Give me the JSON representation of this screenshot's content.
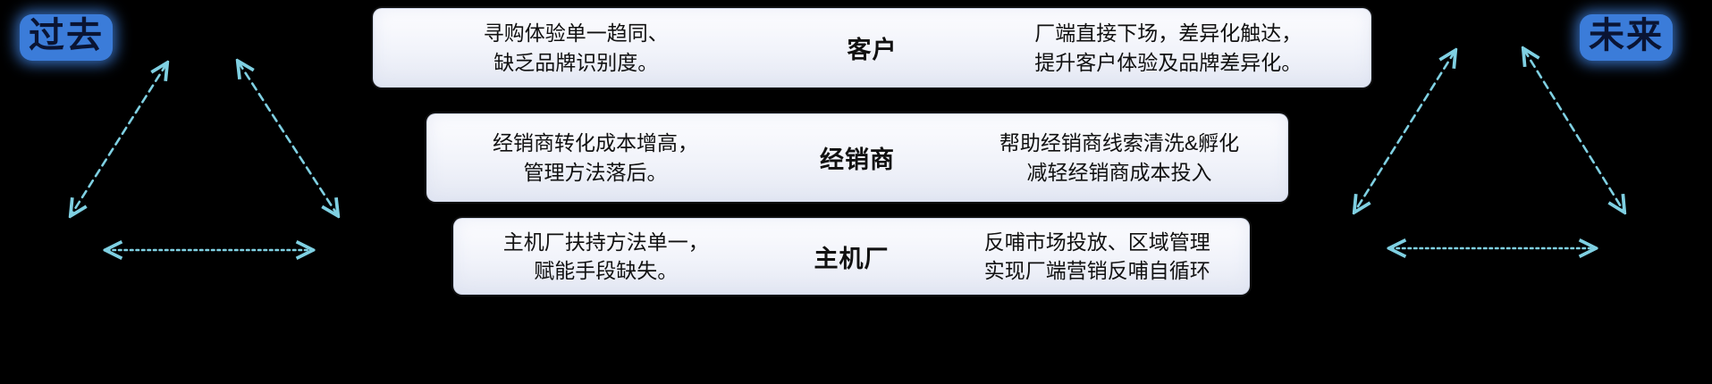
{
  "page": {
    "past_label": "过去",
    "future_label": "未来"
  },
  "rows": [
    {
      "entity": "客户",
      "past": "寻购体验单一趋同、\n缺乏品牌识别度。",
      "future": "厂端直接下场，差异化触达，\n提升客户体验及品牌差异化。"
    },
    {
      "entity": "经销商",
      "past": "经销商转化成本增高，\n管理方法落后。",
      "future": "帮助经销商线索清洗&孵化\n减轻经销商成本投入"
    },
    {
      "entity": "主机厂",
      "past": "主机厂扶持方法单一，\n赋能手段缺失。",
      "future": "反哺市场投放、区域管理\n实现厂端营销反哺自循环"
    }
  ],
  "colors": {
    "background": "#000000",
    "arrow": "#7fd0e2",
    "label_background": "#3b7cd9",
    "label_text": "#0a1433",
    "card_background": "#f2f4fb",
    "card_text": "#111111"
  }
}
